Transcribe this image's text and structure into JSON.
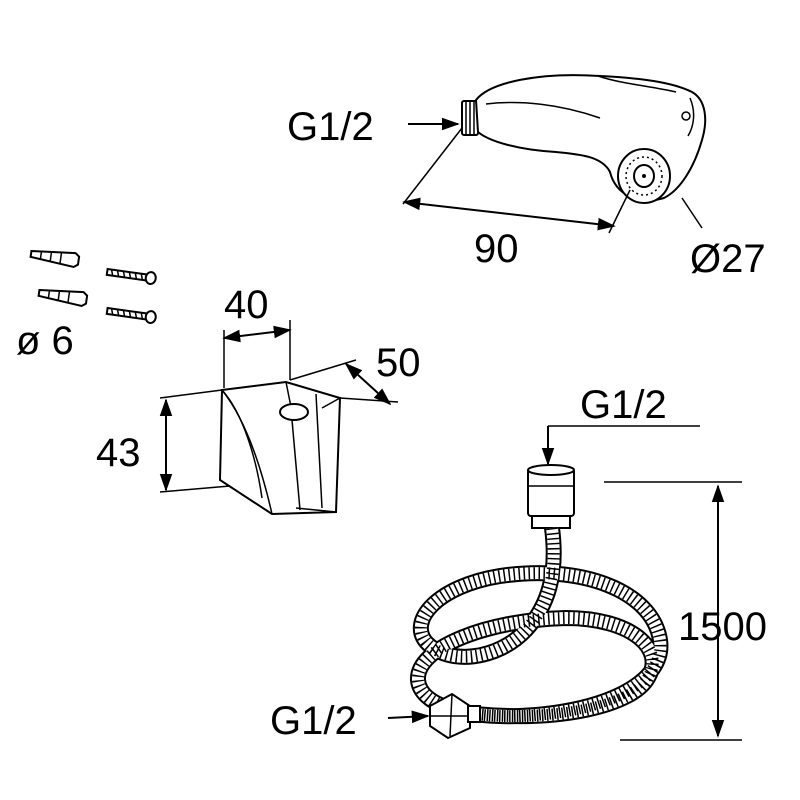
{
  "diagram": {
    "labels": {
      "spray_thread": "G1/2",
      "spray_length": "90",
      "spray_diameter": "Ø27",
      "anchor_diameter": "ø 6",
      "holder_width": "40",
      "holder_depth": "50",
      "holder_height": "43",
      "hose_top_thread": "G1/2",
      "hose_length": "1500",
      "hose_bottom_thread": "G1/2"
    }
  }
}
